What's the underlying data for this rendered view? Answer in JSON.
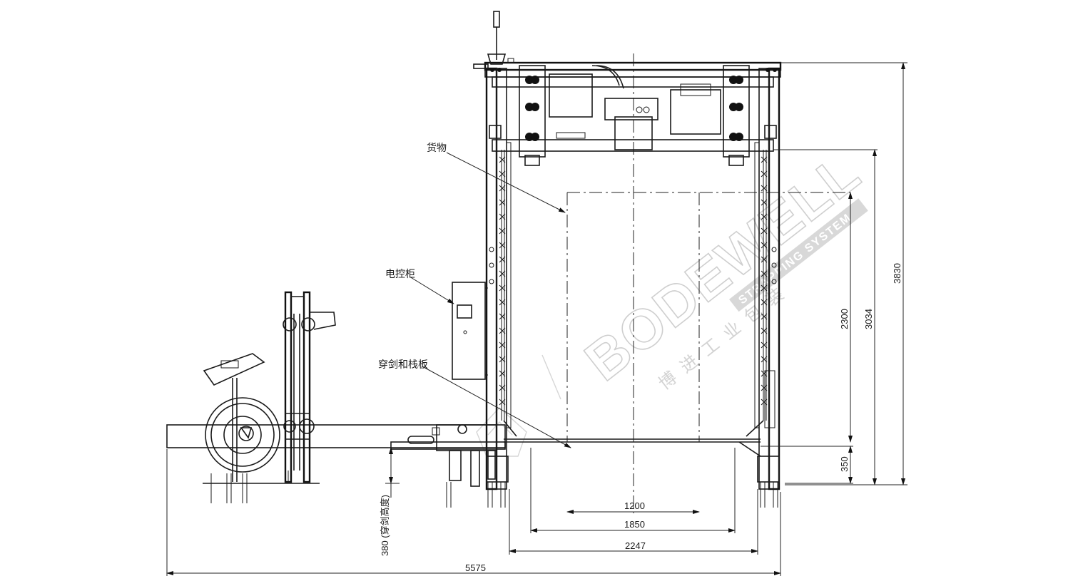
{
  "labels": {
    "goods": "货物",
    "control_cabinet": "电控柜",
    "lance_and_pallet": "穿剑和栈板"
  },
  "dimensions": {
    "d1200": "1200",
    "d1850": "1850",
    "d2247": "2247",
    "d5575": "5575",
    "d2300": "2300",
    "d3034": "3034",
    "d3830": "3830",
    "d350": "350",
    "d380": "380 (穿剑高度)"
  },
  "watermark": {
    "brand": "BODEWELL",
    "tagline": "STRAPPING SYSTEM",
    "chinese": "博进工业包装"
  },
  "colors": {
    "line": "#1a1a1a",
    "watermark": "#cfcfcf"
  }
}
